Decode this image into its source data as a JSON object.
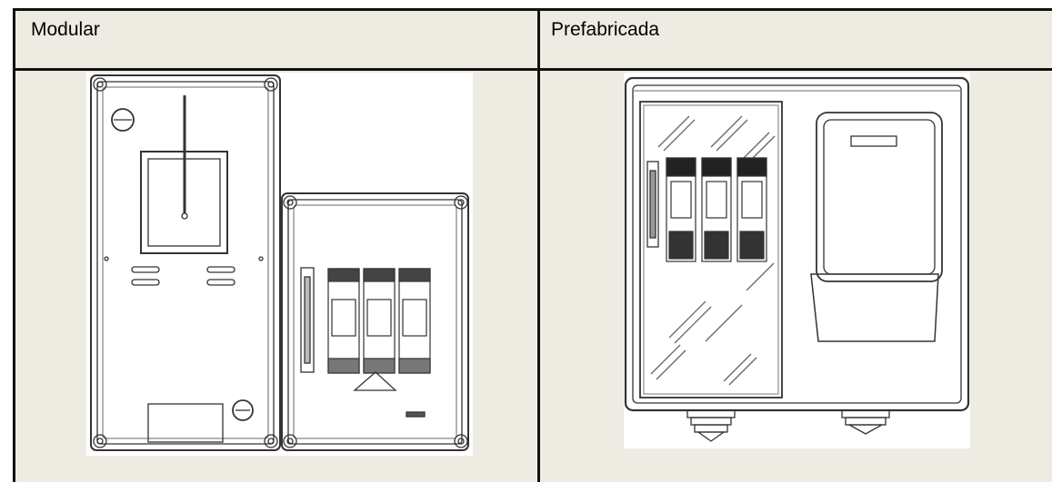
{
  "table": {
    "headers": [
      "Modular",
      "Prefabricada"
    ]
  },
  "images": [
    {
      "icon": "modular-electrical-panel-drawing"
    },
    {
      "icon": "prefabricated-electrical-panel-drawing"
    }
  ]
}
